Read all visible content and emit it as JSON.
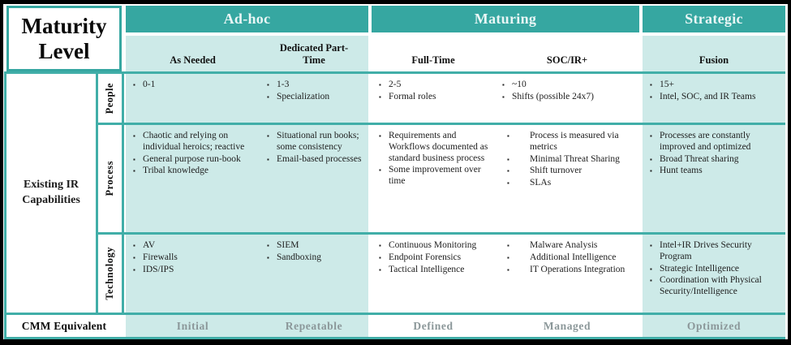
{
  "title": {
    "line1": "Maturity",
    "line2": "Level"
  },
  "colors": {
    "header_teal": "#36a7a1",
    "light_teal": "#cdeae8",
    "border_teal": "#41aea8",
    "header_text": "#e9f6f5",
    "cmm_text": "#8b9799",
    "frame": "#000000"
  },
  "groups": [
    {
      "label": "Ad-hoc"
    },
    {
      "label": "Maturing"
    },
    {
      "label": "Strategic"
    }
  ],
  "columns": [
    {
      "label": "As Needed"
    },
    {
      "label": "Dedicated Part-Time"
    },
    {
      "label": "Full-Time"
    },
    {
      "label": "SOC/IR+"
    },
    {
      "label": "Fusion"
    }
  ],
  "left": {
    "capabilities_label": "Existing IR Capabilities",
    "cmm_label": "CMM Equivalent"
  },
  "rows": [
    {
      "label": "People",
      "cells": [
        {
          "items": [
            "0-1"
          ]
        },
        {
          "items": [
            "1-3",
            "Specialization"
          ]
        },
        {
          "items": [
            "2-5",
            "Formal roles"
          ]
        },
        {
          "items": [
            "~10",
            "Shifts (possible 24x7)"
          ]
        },
        {
          "items": [
            "15+",
            "Intel, SOC, and IR Teams"
          ]
        }
      ]
    },
    {
      "label": "Process",
      "cells": [
        {
          "items": [
            "Chaotic and relying on individual heroics; reactive",
            "General purpose run-book",
            "Tribal knowledge"
          ]
        },
        {
          "items": [
            "Situational run books; some consistency",
            "Email-based processes"
          ]
        },
        {
          "items": [
            "Requirements and Workflows documented as standard business process",
            "Some improvement over time"
          ]
        },
        {
          "items": [
            "Process is measured via metrics",
            "Minimal Threat Sharing",
            "Shift turnover",
            "SLAs"
          ]
        },
        {
          "items": [
            "Processes are constantly improved and optimized",
            "Broad Threat sharing",
            "Hunt teams"
          ]
        }
      ]
    },
    {
      "label": "Technology",
      "cells": [
        {
          "items": [
            "AV",
            "Firewalls",
            "IDS/IPS"
          ]
        },
        {
          "items": [
            "SIEM",
            "Sandboxing"
          ]
        },
        {
          "items": [
            "Continuous Monitoring",
            "Endpoint Forensics",
            "Tactical Intelligence"
          ]
        },
        {
          "items": [
            "Malware Analysis",
            "Additional Intelligence",
            "IT Operations Integration"
          ]
        },
        {
          "items": [
            "Intel+IR Drives Security Program",
            "Strategic Intelligence",
            "Coordination with Physical Security/Intelligence"
          ]
        }
      ]
    }
  ],
  "cmm": {
    "labels": [
      "Initial",
      "Repeatable",
      "Defined",
      "Managed",
      "Optimized"
    ]
  }
}
